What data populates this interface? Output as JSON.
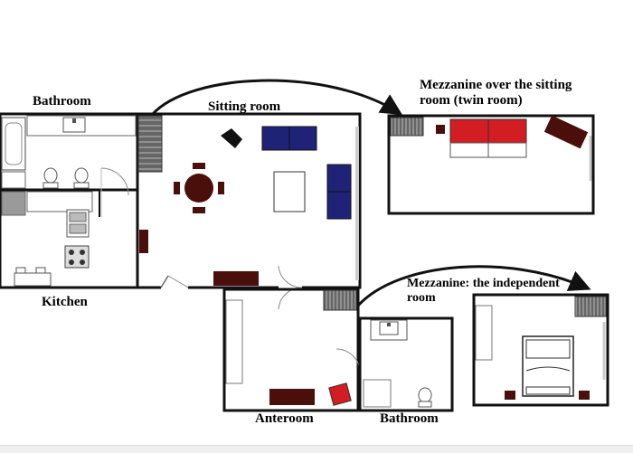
{
  "labels": {
    "bathroom_top": "Bathroom",
    "sitting_room": "Sitting room",
    "mezz_twin_line1": "Mezzanine over the sitting",
    "mezz_twin_line2": "room (twin room)",
    "kitchen": "Kitchen",
    "mezz_indep_line1": "Mezzanine: the independent",
    "mezz_indep_line2": "room",
    "anteroom": "Anteroom",
    "bathroom_bottom": "Bathroom"
  },
  "colors": {
    "wall": "#111111",
    "sofa": "#1f2378",
    "dark_wood": "#4a0f0a",
    "red_bed": "#d21e22",
    "stairs": "#555555",
    "fixture_gray": "#9a9a9a"
  }
}
